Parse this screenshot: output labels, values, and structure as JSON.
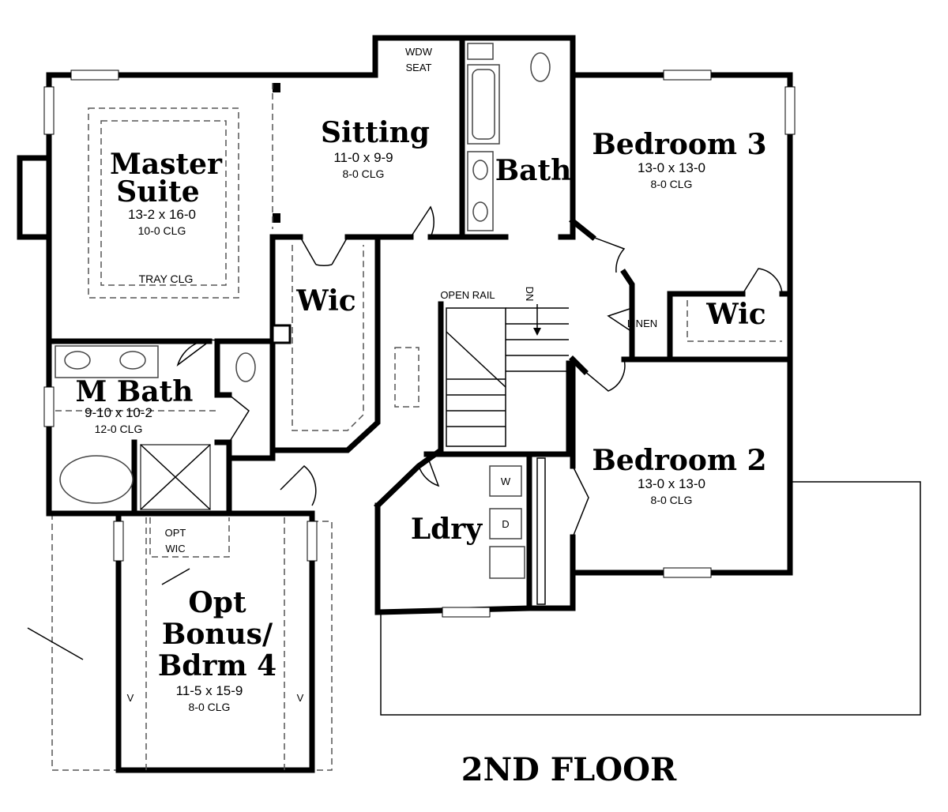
{
  "title": "2ND FLOOR",
  "rooms": {
    "master": {
      "name1": "Master",
      "name2": "Suite",
      "dims": "13-2 x 16-0",
      "clg": "10-0 CLG",
      "note": "TRAY CLG"
    },
    "sitting": {
      "name": "Sitting",
      "dims": "11-0 x 9-9",
      "clg": "8-0 CLG"
    },
    "wdw_seat": {
      "line1": "WDW",
      "line2": "SEAT"
    },
    "bath": {
      "name": "Bath"
    },
    "bedroom3": {
      "name": "Bedroom 3",
      "dims": "13-0 x 13-0",
      "clg": "8-0 CLG"
    },
    "wic_master": {
      "name": "Wic"
    },
    "wic_bed3": {
      "name": "Wic"
    },
    "linen": {
      "name": "LINEN"
    },
    "stair": {
      "rail": "OPEN RAIL",
      "dn": "DN"
    },
    "mbath": {
      "name": "M Bath",
      "dims": "9-10 x 10-2",
      "clg": "12-0 CLG"
    },
    "bedroom2": {
      "name": "Bedroom 2",
      "dims": "13-0 x 13-0",
      "clg": "8-0 CLG"
    },
    "laundry": {
      "name": "Ldry",
      "washer": "W",
      "dryer": "D"
    },
    "opt_wic": {
      "line1": "OPT",
      "line2": "WIC"
    },
    "bonus": {
      "name1": "Opt",
      "name2": "Bonus/",
      "name3": "Bdrm 4",
      "dims": "11-5 x 15-9",
      "clg": "8-0 CLG"
    },
    "vent_marker": "V"
  }
}
